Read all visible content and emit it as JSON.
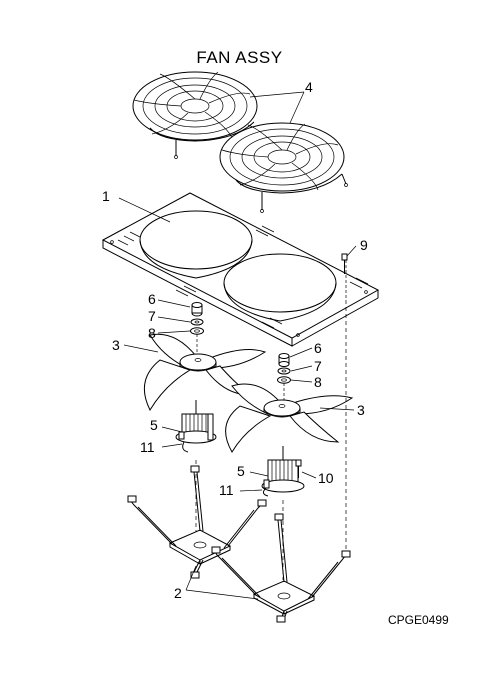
{
  "title": "FAN ASSY",
  "figure_code": "CPGE0499",
  "callouts": {
    "guard": "4",
    "panel": "1",
    "screw_9": "9",
    "nut_left": "6",
    "washer_left": "7",
    "washer2_left": "8",
    "blade_left": "3",
    "nut_right": "6",
    "washer_right": "7",
    "washer2_right": "8",
    "blade_right": "3",
    "motor_left": "5",
    "clip_left": "11",
    "motor_right": "5",
    "screw_10": "10",
    "clip_right": "11",
    "bracket": "2"
  }
}
